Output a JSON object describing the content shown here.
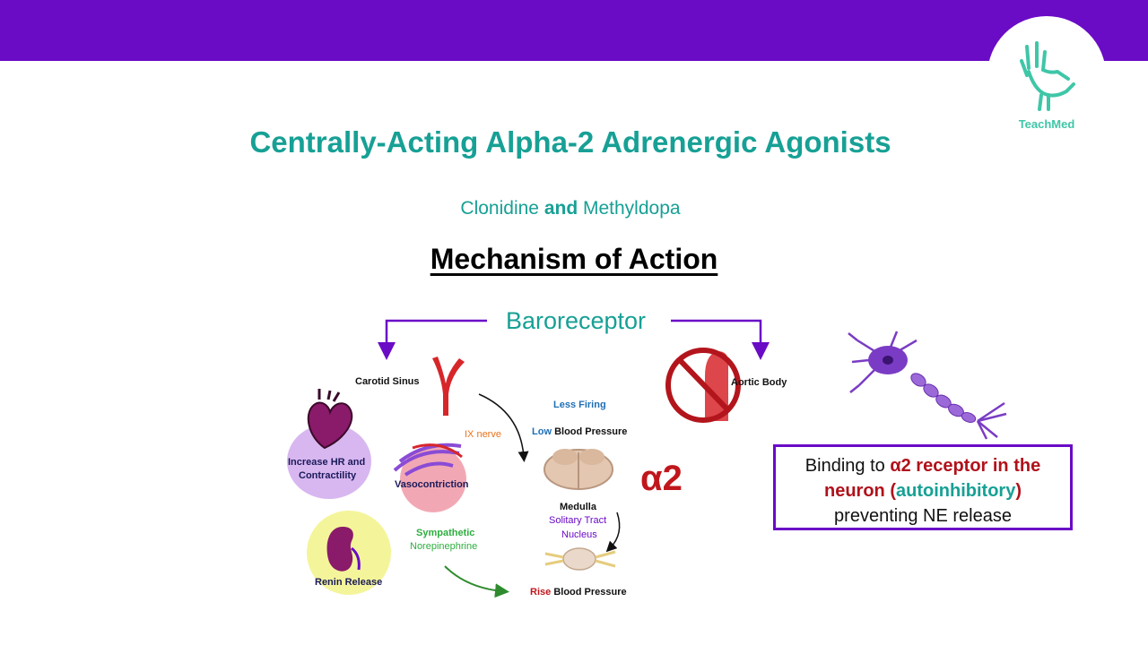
{
  "header": {
    "logo_text": "TeachMed"
  },
  "title": "Centrally-Acting Alpha-2 Adrenergic Agonists",
  "subtitle": {
    "drug1": "Clonidine",
    "conjunction": "and",
    "drug2": "Methyldopa"
  },
  "section_heading": "Mechanism of Action",
  "diagram": {
    "baroreceptor": "Baroreceptor",
    "carotid_sinus": "Carotid Sinus",
    "aortic_body": "Aortic Body",
    "ix_nerve": "IX nerve",
    "less_firing": "Less Firing",
    "low_bp_prefix": "Low",
    "low_bp_suffix": "Blood Pressure",
    "medulla": "Medulla",
    "solitary_tract": "Solitary Tract",
    "nucleus": "Nucleus",
    "increase_hr_line1": "Increase HR and",
    "increase_hr_line2": "Contractility",
    "vasoconstriction": "Vasocontriction",
    "sympathetic": "Sympathetic",
    "norepinephrine": "Norepinephrine",
    "renin_release": "Renin Release",
    "rise_bp_prefix": "Rise",
    "rise_bp_suffix": "Blood Pressure",
    "alpha2": "α2"
  },
  "info_box": {
    "part1": "Binding to ",
    "part2": "α2 receptor in the",
    "part3": "neuron",
    "part4": " (",
    "part5": "autoinhibitory",
    "part6": ")",
    "part7": "preventing NE release"
  },
  "colors": {
    "brand_purple": "#6a0bc6",
    "teal": "#17a095",
    "red": "#c0171c",
    "green": "#2eae3f",
    "blue": "#1f6fb5",
    "orange": "#e8731c"
  },
  "icons": [
    "skeleton-hand-icon",
    "artery-icon",
    "aorta-prohibited-icon",
    "heart-icon",
    "blood-vessel-icon",
    "kidney-icon",
    "medulla-icon",
    "spinal-cord-icon",
    "neuron-icon"
  ]
}
